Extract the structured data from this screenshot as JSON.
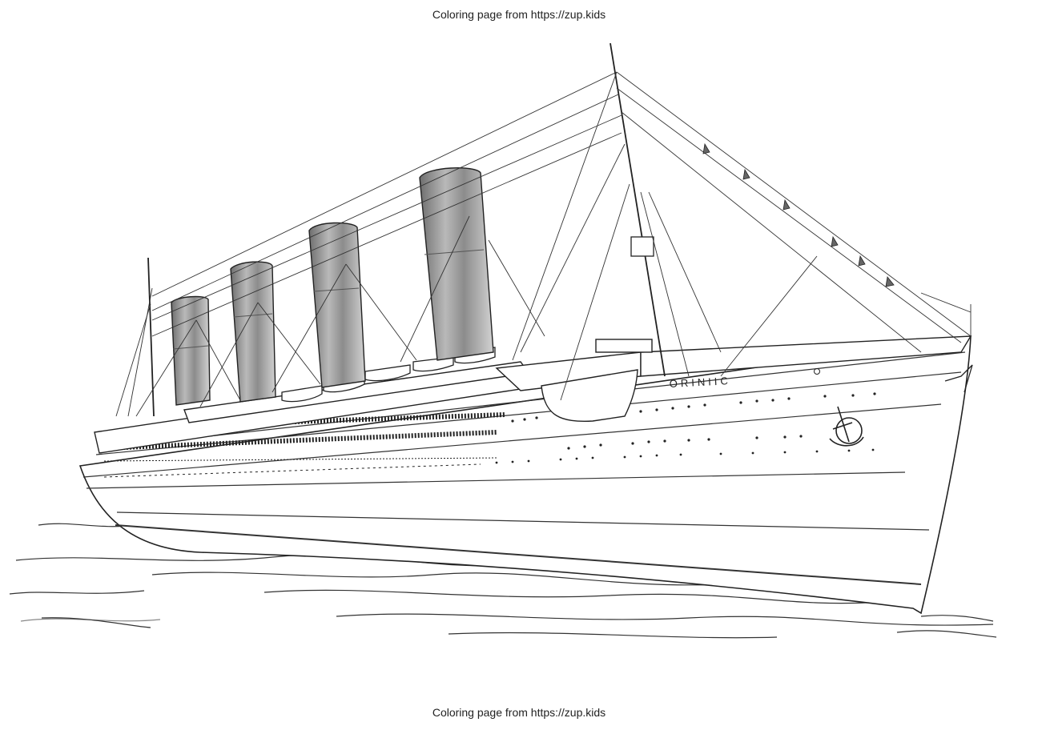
{
  "header": {
    "caption": "Coloring page from https://zup.kids"
  },
  "footer": {
    "caption": "Coloring page from https://zup.kids"
  },
  "illustration": {
    "subject": "ship-line-drawing",
    "ship_name": "ORINIIC",
    "ink_color": "#222222",
    "funnel_color": "#8a8a8a",
    "background": "#ffffff"
  }
}
